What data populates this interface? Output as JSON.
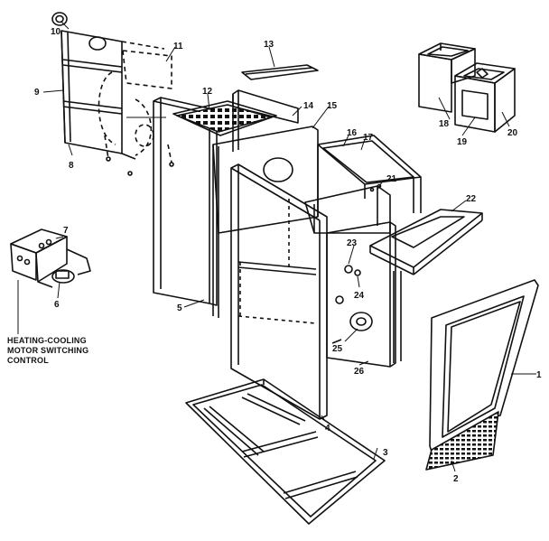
{
  "colors": {
    "ink": "#111111",
    "paper": "#ffffff",
    "shade": "#d9d9d9"
  },
  "callouts": {
    "c1": "1",
    "c2": "2",
    "c3": "3",
    "c4": "4",
    "c5": "5",
    "c6": "6",
    "c7": "7",
    "c8": "8",
    "c9": "9",
    "c10": "10",
    "c11": "11",
    "c12": "12",
    "c13": "13",
    "c14": "14",
    "c15": "15",
    "c16": "16",
    "c17": "17",
    "c18": "18",
    "c19": "19",
    "c20": "20",
    "c21": "21",
    "c22": "22",
    "c23": "23",
    "c24": "24",
    "c25": "25",
    "c26": "26"
  },
  "caption": {
    "line1": "HEATING-COOLING",
    "line2": "MOTOR SWITCHING",
    "line3": "CONTROL"
  }
}
